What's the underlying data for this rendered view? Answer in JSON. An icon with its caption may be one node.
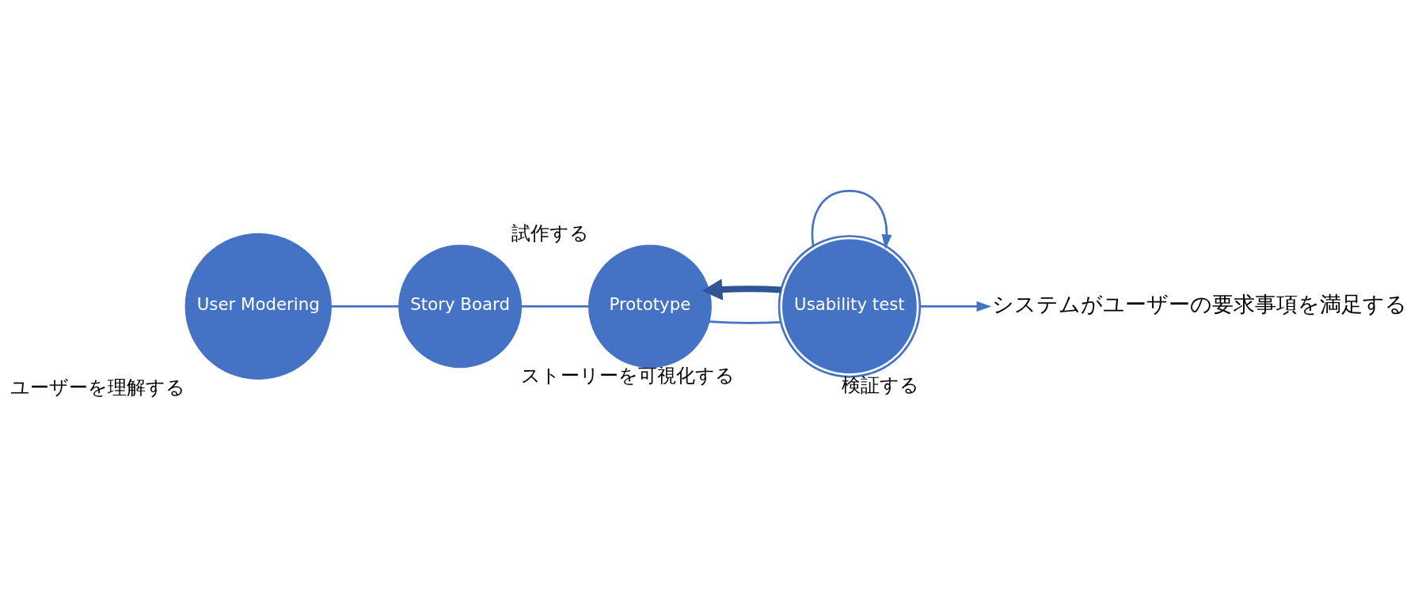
{
  "diagram": {
    "nodes": [
      {
        "text": [
          "User Modering"
        ],
        "beside": [
          "ユーザーを理解する"
        ]
      },
      {
        "text": [
          "Story Board"
        ],
        "beside": [
          "ストーリーを可視化する"
        ]
      },
      {
        "text": [
          "Prototype"
        ],
        "beside": [
          "試作する"
        ]
      },
      {
        "text": [
          "Usability test"
        ],
        "beside": [
          "検証する"
        ]
      },
      {
        "text": [
          "システムがユーザーの要求事項を満足する"
        ]
      }
    ],
    "edges": [
      {
        "from": 0,
        "to": 1,
        "arrow": "none"
      },
      {
        "from": 1,
        "to": 2,
        "arrow": "none"
      },
      {
        "from": 2,
        "to": 3,
        "arrow": "none"
      },
      {
        "from": 3,
        "to": 4,
        "arrow": "to"
      },
      {
        "from": 3,
        "to": 3,
        "arrow": "to"
      },
      {
        "from": 3,
        "to": 2,
        "arrow": "to",
        "style": "thick",
        "color": "#2f5597"
      }
    ]
  }
}
